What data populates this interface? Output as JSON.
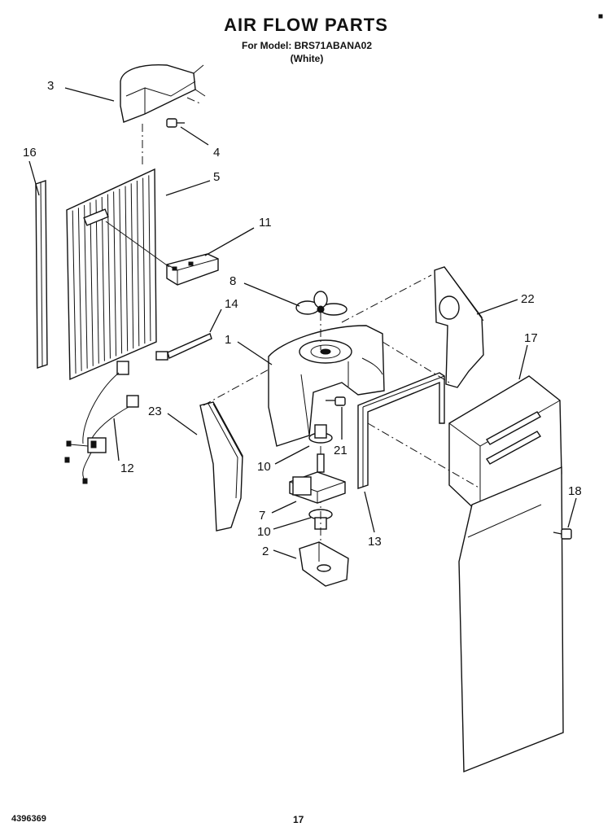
{
  "header": {
    "title": "AIR FLOW PARTS",
    "model_line": "For Model: BRS71ABANA02",
    "color_line": "(White)"
  },
  "footer": {
    "doc_number": "4396369",
    "page_number": "17"
  },
  "callouts": [
    "1",
    "2",
    "3",
    "4",
    "5",
    "7",
    "8",
    "10",
    "10",
    "11",
    "12",
    "13",
    "14",
    "16",
    "17",
    "18",
    "21",
    "22",
    "23"
  ]
}
